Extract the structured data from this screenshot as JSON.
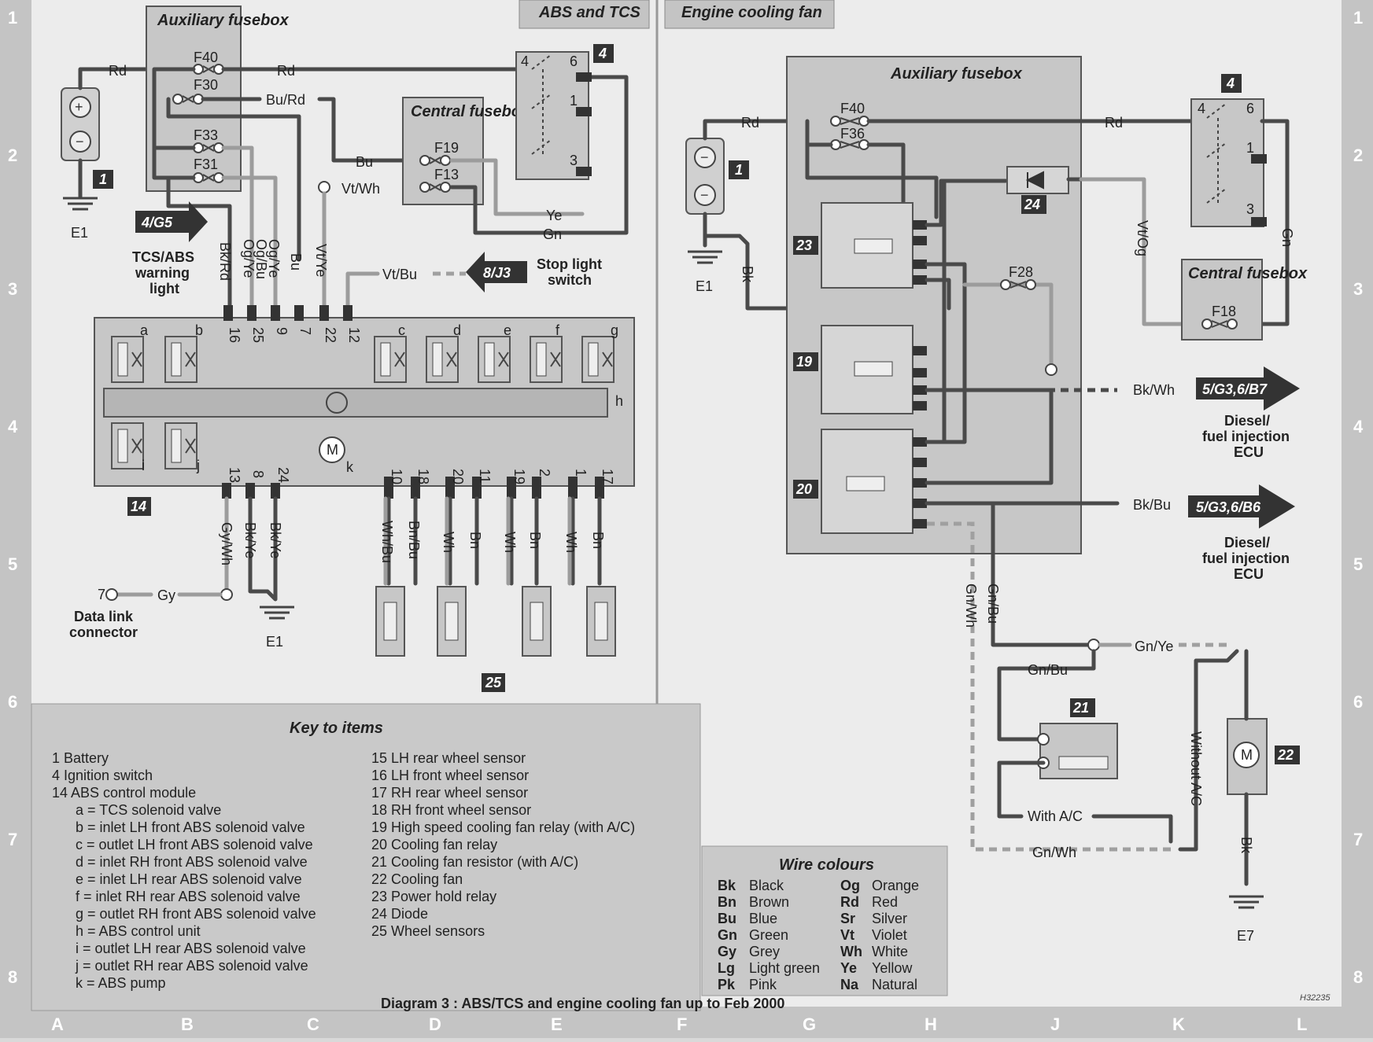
{
  "headers": {
    "abs": "ABS and TCS",
    "fan": "Engine cooling fan"
  },
  "border": {
    "rows": [
      "1",
      "2",
      "3",
      "4",
      "5",
      "6",
      "7",
      "8"
    ],
    "cols": [
      "A",
      "B",
      "C",
      "D",
      "E",
      "F",
      "G",
      "H",
      "J",
      "K",
      "L"
    ]
  },
  "left": {
    "aux_fusebox": "Auxiliary fusebox",
    "central_fusebox": "Central fusebox",
    "fuses": [
      "F40",
      "F30",
      "F33",
      "F31",
      "F19",
      "F13"
    ],
    "wires": {
      "rd1": "Rd",
      "rd2": "Rd",
      "bu_rd": "Bu/Rd",
      "bu": "Bu",
      "vt_wh": "Vt/Wh",
      "ye": "Ye",
      "gn": "Gn",
      "bk_rd": "Bk/Rd",
      "og_ye1": "Og/Ye",
      "og_bu": "Og/Bu",
      "og_ye2": "Og/Ye",
      "bu2": "Bu",
      "vt_ye": "Vt/Ye",
      "vt_bu": "Vt/Bu",
      "gy_wh": "Gy/Wh",
      "bk_ye1": "Bk/Ye",
      "bk_ye2": "Bk/Ye",
      "gy": "Gy",
      "wh_bu": "Wh/Bu",
      "bn_bu": "Bn/Bu",
      "wh1": "Wh",
      "bn1": "Bn",
      "wh2": "Wh",
      "bn2": "Bn",
      "wh3": "Wh",
      "bn3": "Bn"
    },
    "refs": {
      "ref1": "4/G5",
      "ref2": "8/J3"
    },
    "ref1_label": [
      "TCS/ABS",
      "warning",
      "light"
    ],
    "ref2_label": [
      "Stop light",
      "switch"
    ],
    "e1a": "E1",
    "e1b": "E1",
    "dlc_pin": "7",
    "dlc_label": [
      "Data link",
      "connector"
    ],
    "switch_pins": [
      "4",
      "6",
      "1",
      "3"
    ],
    "top_pins": [
      "16",
      "25",
      "9",
      "7",
      "22",
      "12"
    ],
    "bot_pins": [
      "13",
      "8",
      "24"
    ],
    "sensor_pins": [
      "10",
      "18",
      "20",
      "11",
      "19",
      "2",
      "1",
      "17"
    ],
    "valves_top": [
      "a",
      "b",
      "c",
      "d",
      "e",
      "f",
      "g"
    ],
    "valves_bot": [
      "i",
      "j"
    ],
    "h": "h",
    "k": "k",
    "m": "M",
    "items": {
      "battery": "1",
      "ignition": "4",
      "abs": "14",
      "sensors": "25"
    }
  },
  "right": {
    "aux_fusebox": "Auxiliary fusebox",
    "central_fusebox": "Central fusebox",
    "fuses": [
      "F40",
      "F36",
      "F28",
      "F18"
    ],
    "wires": {
      "rd1": "Rd",
      "rd2": "Rd",
      "bk": "Bk",
      "vt_og": "Vt/Og",
      "gn": "Gn",
      "bk_wh": "Bk/Wh",
      "bk_bu": "Bk/Bu",
      "gn_wh1": "Gn/Wh",
      "gn_bu1": "Gn/Bu",
      "gn_ye": "Gn/Ye",
      "gn_bu2": "Gn/Bu",
      "with_ac": "With A/C",
      "gn_wh2": "Gn/Wh",
      "without_ac": "Without A/C",
      "bk2": "Bk"
    },
    "refs": {
      "ref1": "5/G3,6/B7",
      "ref2": "5/G3,6/B6"
    },
    "ref_label": [
      "Diesel/",
      "fuel injection",
      "ECU"
    ],
    "e1": "E1",
    "e7": "E7",
    "switch_pins": [
      "4",
      "6",
      "1",
      "3"
    ],
    "m": "M",
    "items": {
      "battery": "1",
      "ignition": "4",
      "r23": "23",
      "r19": "19",
      "r20": "20",
      "d24": "24",
      "r21": "21",
      "f22": "22"
    }
  },
  "key": {
    "title": "Key to items",
    "col1": [
      "1   Battery",
      "4   Ignition switch",
      "14 ABS control module",
      "a  =  TCS solenoid valve",
      "b  =  inlet LH front ABS solenoid valve",
      "c  =  outlet LH front ABS solenoid valve",
      "d  =  inlet RH front ABS solenoid valve",
      "e  =  inlet LH rear ABS solenoid valve",
      "f  =  inlet RH rear ABS solenoid valve",
      "g  =  outlet RH front ABS solenoid valve",
      "h  =  ABS control unit",
      "i  =  outlet LH rear ABS solenoid valve",
      "j  =  outlet RH rear ABS solenoid valve",
      "k  =  ABS pump"
    ],
    "col2": [
      "15 LH rear wheel sensor",
      "16 LH front wheel sensor",
      "17 RH rear wheel sensor",
      "18 RH front wheel sensor",
      "19 High speed cooling fan relay (with A/C)",
      "20 Cooling fan relay",
      "21 Cooling fan resistor (with A/C)",
      "22 Cooling fan",
      "23 Power hold relay",
      "24 Diode",
      "25 Wheel sensors"
    ]
  },
  "wire_colours": {
    "title": "Wire colours",
    "entries": [
      [
        "Bk",
        "Black",
        "Og",
        "Orange"
      ],
      [
        "Bn",
        "Brown",
        "Rd",
        "Red"
      ],
      [
        "Bu",
        "Blue",
        "Sr",
        "Silver"
      ],
      [
        "Gn",
        "Green",
        "Vt",
        "Violet"
      ],
      [
        "Gy",
        "Grey",
        "Wh",
        "White"
      ],
      [
        "Lg",
        "Light green",
        "Ye",
        "Yellow"
      ],
      [
        "Pk",
        "Pink",
        "Na",
        "Natural"
      ]
    ]
  },
  "caption": "Diagram 3 : ABS/TCS and engine cooling fan up to Feb 2000",
  "ref_code": "H32235"
}
